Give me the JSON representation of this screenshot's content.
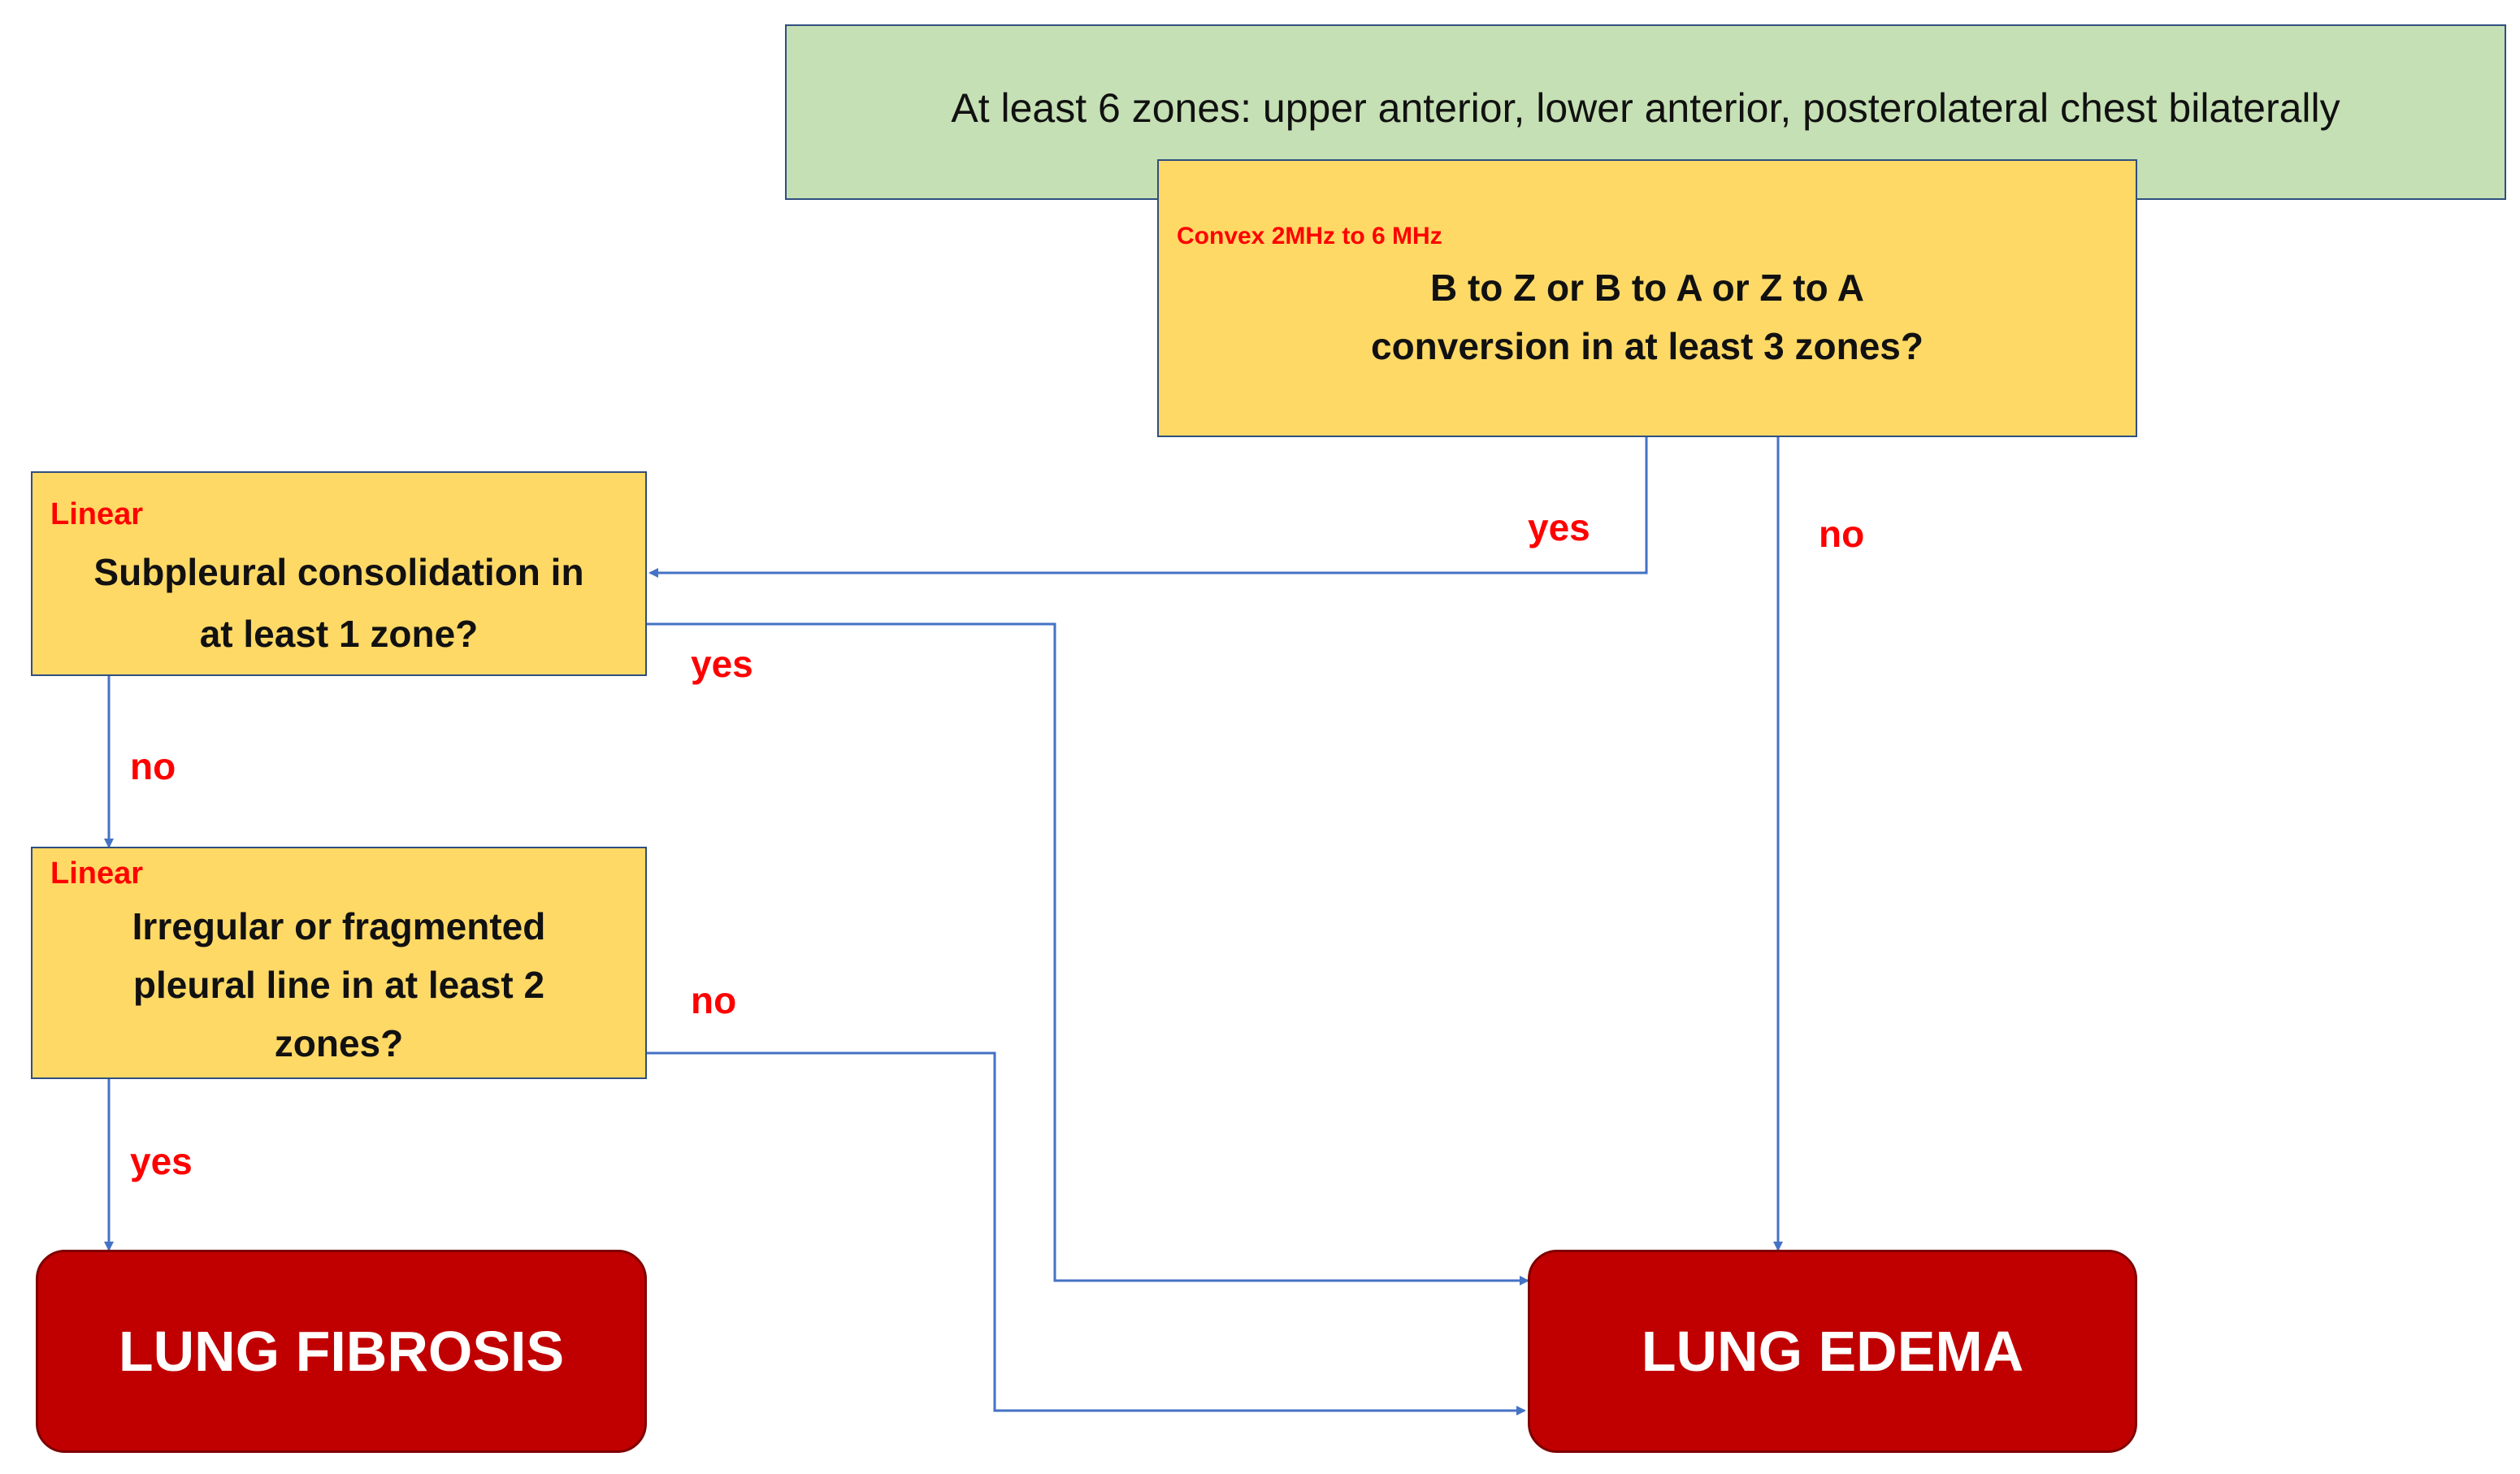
{
  "header": {
    "text": "At least 6 zones: upper anterior, lower anterior, posterolateral chest bilaterally"
  },
  "nodes": {
    "convex": {
      "tag": "Convex 2MHz to 6 MHz",
      "question": "B to Z or B to A or Z to A\nconversion in at least 3 zones?"
    },
    "subpleural": {
      "tag": "Linear",
      "question": "Subpleural consolidation in\nat least 1 zone?"
    },
    "pleural": {
      "tag": "Linear",
      "question": "Irregular or fragmented\npleural line in at least 2\nzones?"
    },
    "fibrosis": {
      "label": "LUNG FIBROSIS"
    },
    "edema": {
      "label": "LUNG EDEMA"
    }
  },
  "edges": {
    "convex_yes": "yes",
    "convex_no": "no",
    "subpleural_yes": "yes",
    "subpleural_no": "no",
    "pleural_no": "no",
    "pleural_yes": "yes"
  },
  "colors": {
    "header_fill": "#c5e0b4",
    "question_fill": "#ffd966",
    "result_fill": "#c00000",
    "connector": "#4472c4",
    "label_red": "#ff0000"
  }
}
